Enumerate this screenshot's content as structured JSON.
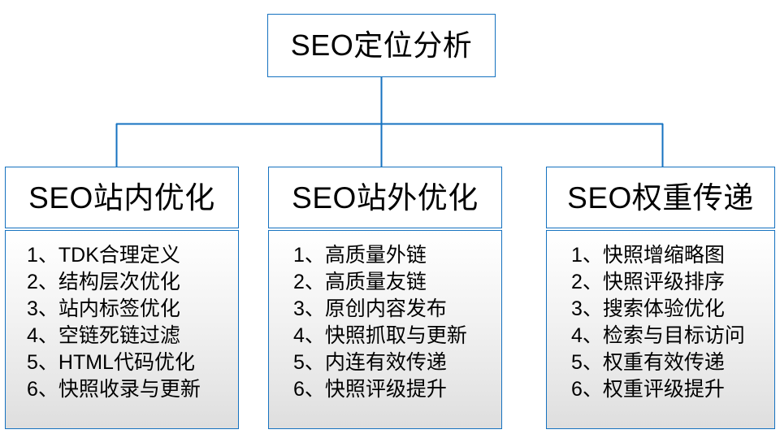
{
  "diagram": {
    "type": "org-chart",
    "accent_color": "#1572c0",
    "background_color": "#ffffff",
    "body_gradient_from": "#ffffff",
    "body_gradient_to": "#dedede",
    "root": {
      "label": "SEO定位分析"
    },
    "branches": [
      {
        "header": "SEO站内优化",
        "items": [
          "1、TDK合理定义",
          "2、结构层次优化",
          "3、站内标签优化",
          "4、空链死链过滤",
          "5、HTML代码优化",
          "6、快照收录与更新"
        ]
      },
      {
        "header": "SEO站外优化",
        "items": [
          "1、高质量外链",
          "2、高质量友链",
          "3、原创内容发布",
          "4、快照抓取与更新",
          "5、内连有效传递",
          "6、快照评级提升"
        ]
      },
      {
        "header": "SEO权重传递",
        "items": [
          "1、快照增缩略图",
          "2、快照评级排序",
          "3、搜索体验优化",
          "4、检索与目标访问",
          "5、权重有效传递",
          "6、权重评级提升"
        ]
      }
    ]
  }
}
